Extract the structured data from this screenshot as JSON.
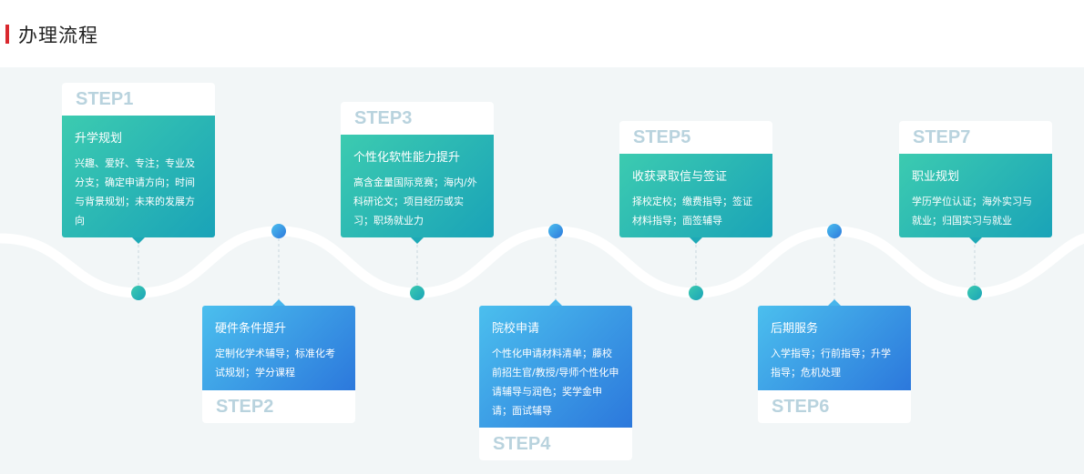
{
  "header": {
    "title": "办理流程"
  },
  "colors": {
    "accent_bar": "#d9282e",
    "top_gradient": [
      "#3ccbb0",
      "#1aa3b8"
    ],
    "bottom_gradient": [
      "#4bbfee",
      "#2c78dc"
    ],
    "step_label": "#b9d3de"
  },
  "steps": [
    {
      "label": "STEP1",
      "title": "升学规划",
      "desc": "兴趣、爱好、专注；专业及分支；确定申请方向；时间与背景规划；未来的发展方向"
    },
    {
      "label": "STEP2",
      "title": "硬件条件提升",
      "desc": "定制化学术辅导；标准化考试规划；学分课程"
    },
    {
      "label": "STEP3",
      "title": "个性化软性能力提升",
      "desc": "高含金量国际竞赛；海内/外科研论文；项目经历或实习；职场就业力"
    },
    {
      "label": "STEP4",
      "title": "院校申请",
      "desc": "个性化申请材料清单；藤校前招生官/教授/导师个性化申请辅导与润色；奖学金申请；面试辅导"
    },
    {
      "label": "STEP5",
      "title": "收获录取信与签证",
      "desc": "择校定校；缴费指导；签证材料指导；面签辅导"
    },
    {
      "label": "STEP6",
      "title": "后期服务",
      "desc": "入学指导；行前指导；升学指导；危机处理"
    },
    {
      "label": "STEP7",
      "title": "职业规划",
      "desc": "学历学位认证；海外实习与就业；归国实习与就业"
    }
  ]
}
